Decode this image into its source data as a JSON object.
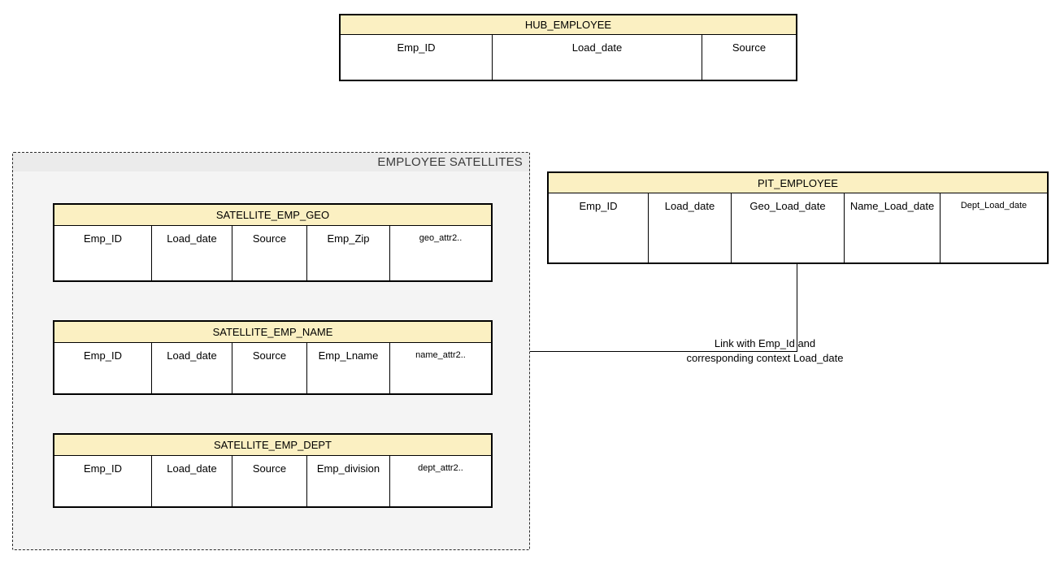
{
  "colors": {
    "page_background": "#FFFFFF",
    "table_header_fill": "#FBF0C2",
    "table_border": "#000000",
    "group_title_fill": "#EBEBEB",
    "group_body_fill": "#F4F4F4"
  },
  "hub_table": {
    "title": "HUB_EMPLOYEE",
    "columns": [
      "Emp_ID",
      "Load_date",
      "Source"
    ]
  },
  "satellites_group": {
    "title": "EMPLOYEE SATELLITES"
  },
  "sat_geo_table": {
    "title": "SATELLITE_EMP_GEO",
    "columns": [
      "Emp_ID",
      "Load_date",
      "Source",
      "Emp_Zip",
      "geo_attr2.."
    ]
  },
  "sat_name_table": {
    "title": "SATELLITE_EMP_NAME",
    "columns": [
      "Emp_ID",
      "Load_date",
      "Source",
      "Emp_Lname",
      "name_attr2.."
    ]
  },
  "sat_dept_table": {
    "title": "SATELLITE_EMP_DEPT",
    "columns": [
      "Emp_ID",
      "Load_date",
      "Source",
      "Emp_division",
      "dept_attr2.."
    ]
  },
  "pit_table": {
    "title": "PIT_EMPLOYEE",
    "columns": [
      "Emp_ID",
      "Load_date",
      "Geo_Load_date",
      "Name_Load_date",
      "Dept_Load_date"
    ]
  },
  "connector": {
    "label_line1": "Link with Emp_Id and",
    "label_line2": "corresponding context Load_date"
  }
}
